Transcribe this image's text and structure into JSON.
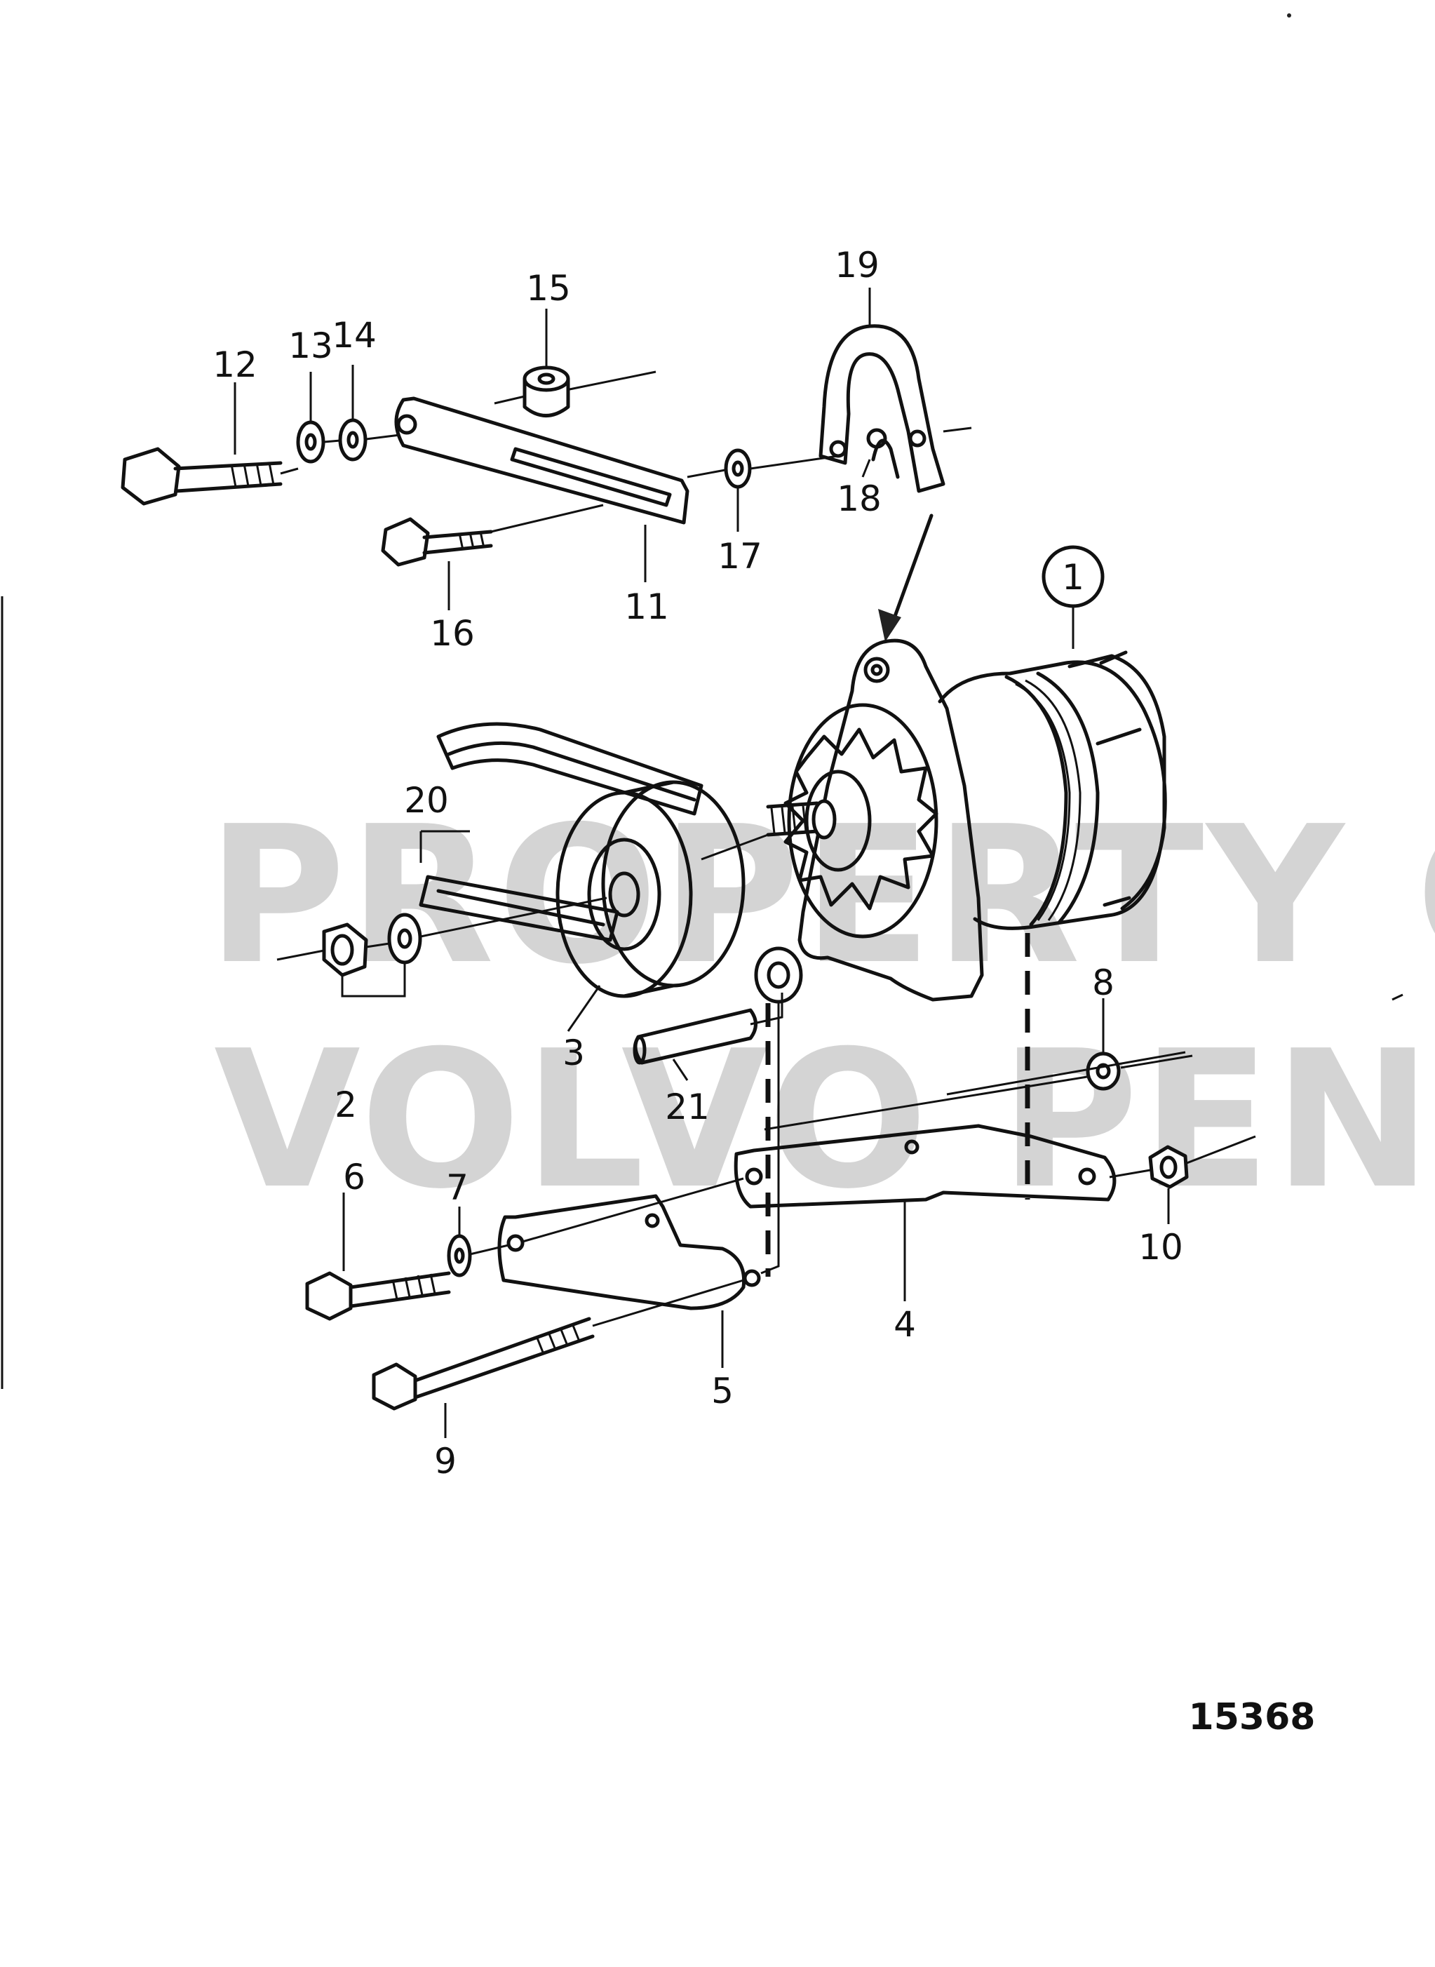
{
  "watermark": {
    "line1": "PROPERTY OF",
    "line2": "VOLVO PENTA"
  },
  "figure_number": "15368",
  "callouts": {
    "c1": "1",
    "c2": "2",
    "c3": "3",
    "c4": "4",
    "c5": "5",
    "c6": "6",
    "c7": "7",
    "c8": "8",
    "c9": "9",
    "c10": "10",
    "c11": "11",
    "c12": "12",
    "c13": "13",
    "c14": "14",
    "c15": "15",
    "c16": "16",
    "c17": "17",
    "c18": "18",
    "c19": "19",
    "c20": "20",
    "c21": "21"
  }
}
